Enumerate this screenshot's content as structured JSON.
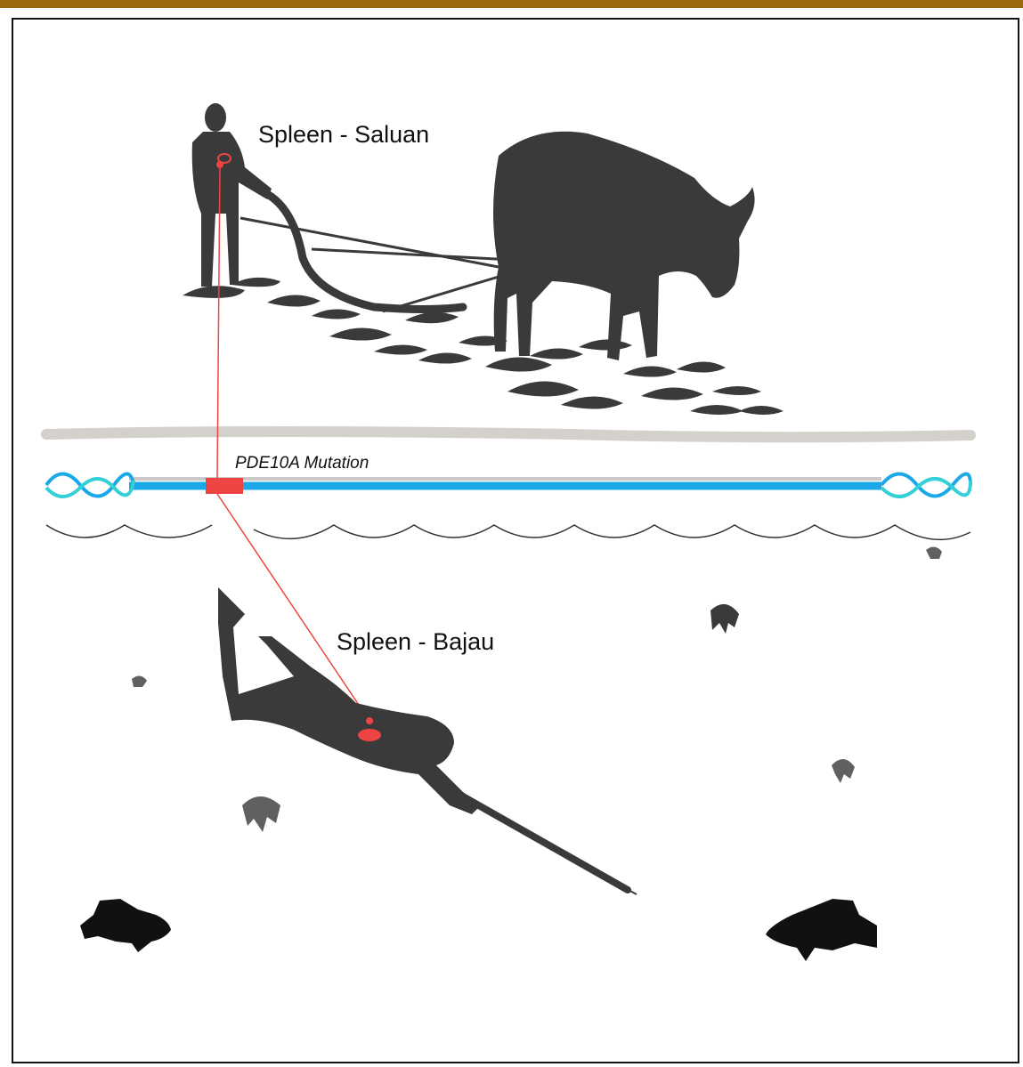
{
  "labels": {
    "saluan": "Spleen - Saluan",
    "bajau": "Spleen - Bajau",
    "mutation": "PDE10A Mutation"
  },
  "colors": {
    "frame_bar": "#9a6b0a",
    "silhouette": "#3a3a3a",
    "spleen_marker": "#ee4444",
    "dna_strand_blue": "#1aa8e8",
    "dna_strand_cyan": "#33d0d8",
    "ground_band": "#d4d1cc",
    "fish": "#111111",
    "jellyfish": "#606060"
  },
  "icons": {
    "farmer": "farmer-silhouette-icon",
    "buffalo": "water-buffalo-silhouette-icon",
    "diver": "spearfishing-diver-silhouette-icon",
    "fish": "fish-silhouette-icon",
    "jellyfish": "jellyfish-silhouette-icon",
    "dna": "dna-helix-icon"
  }
}
